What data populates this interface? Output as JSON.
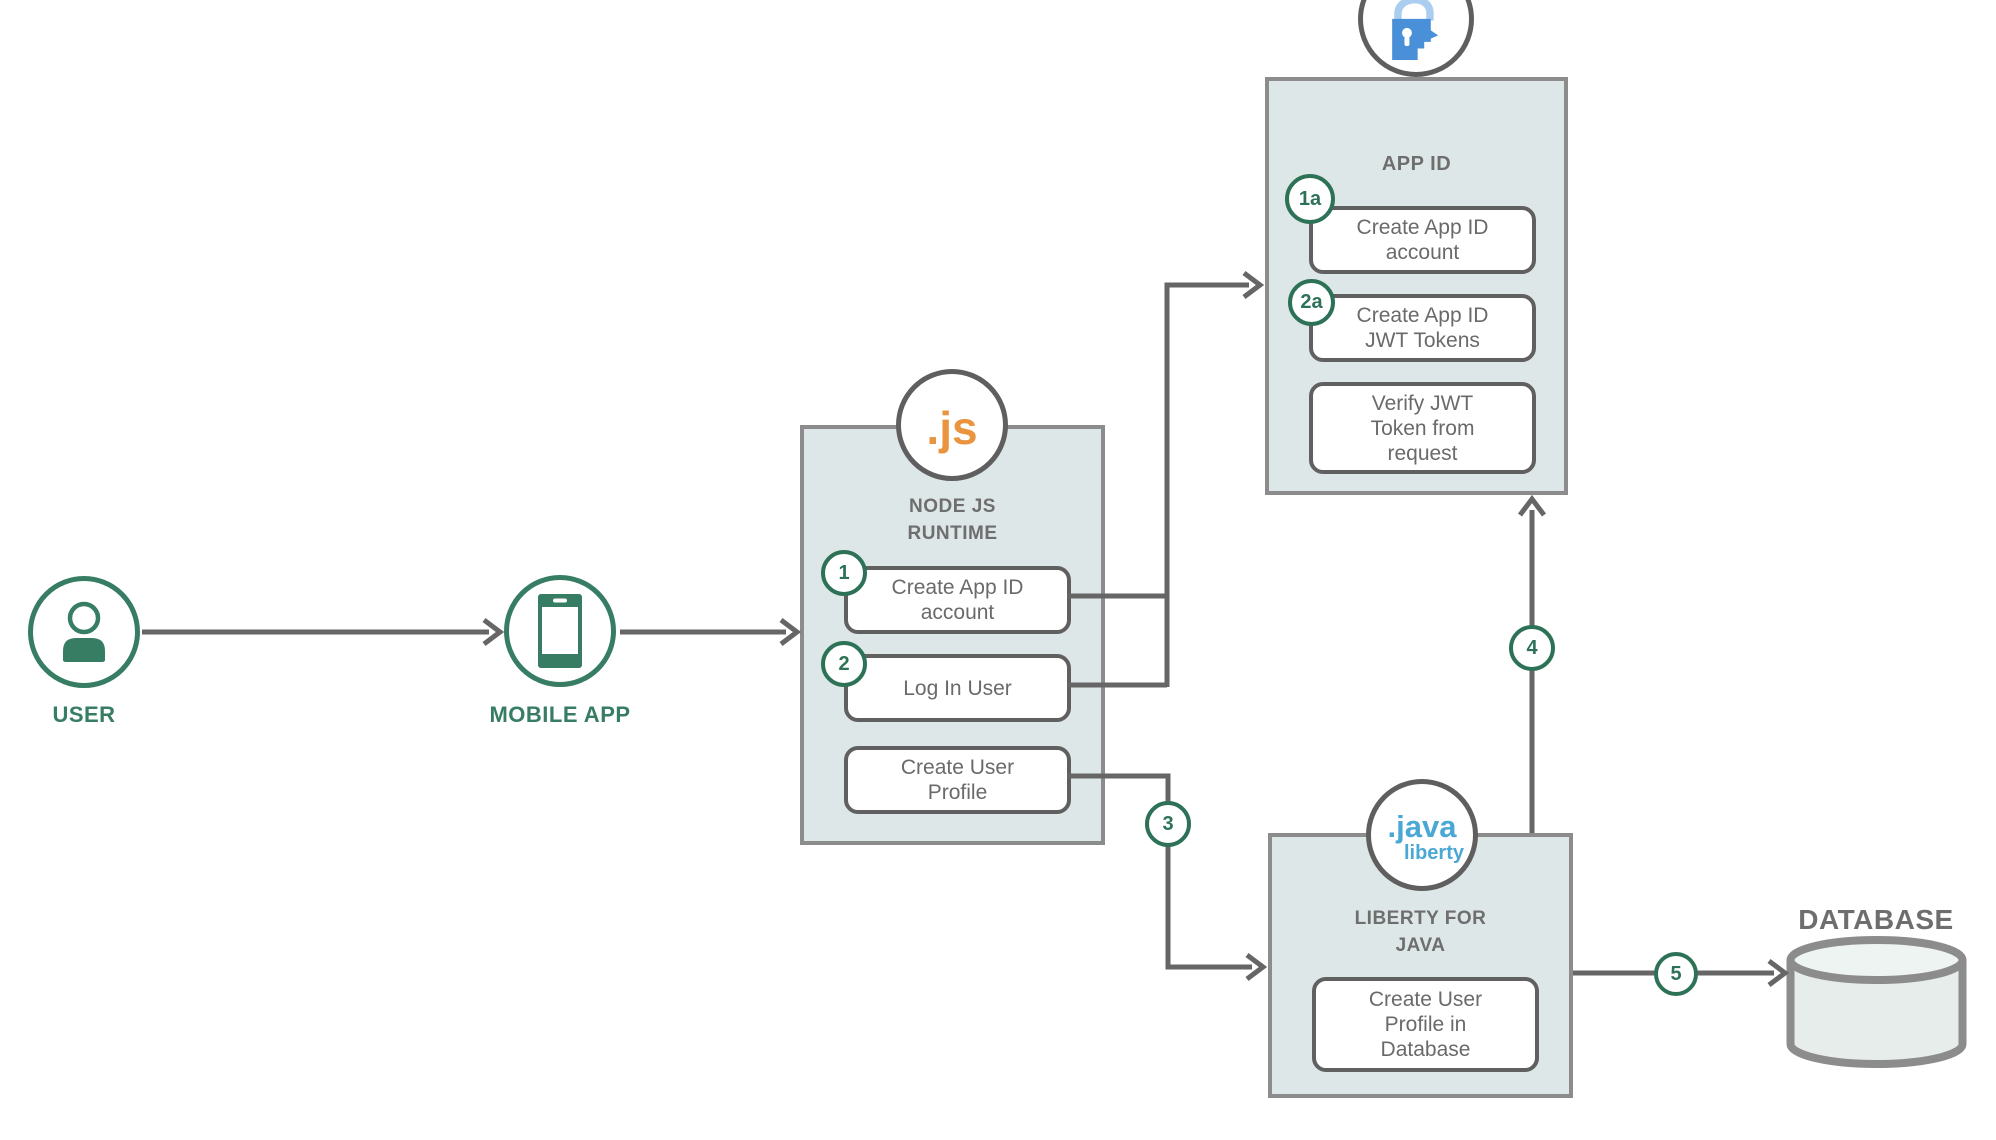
{
  "colors": {
    "accent_green": "#367d63",
    "badge_green": "#2d7257",
    "line_gray": "#666666",
    "container_fill": "#dde7e7",
    "container_border": "#8c8c8c",
    "step_border": "#606060",
    "text_gray": "#6a6a6a",
    "nodejs_orange": "#ea9440",
    "appid_blue": "#4a90d9",
    "appid_blue_light": "#aacdf0",
    "liberty_blue": "#4aa8d4"
  },
  "actors": {
    "user": {
      "label": "USER",
      "icon": "person-icon"
    },
    "mobile_app": {
      "label": "MOBILE APP",
      "icon": "smartphone-icon"
    }
  },
  "containers": {
    "node_runtime": {
      "title": "NODE JS\nRUNTIME",
      "logo_text": ".js",
      "icon": "nodejs-icon",
      "steps": [
        {
          "badge": "1",
          "label": "Create App ID\naccount"
        },
        {
          "badge": "2",
          "label": "Log In User"
        },
        {
          "badge": "",
          "label": "Create User\nProfile"
        }
      ]
    },
    "app_id": {
      "title": "APP ID",
      "icon": "app-id-lock-icon",
      "steps": [
        {
          "badge": "1a",
          "label": "Create App ID\naccount"
        },
        {
          "badge": "2a",
          "label": "Create App ID\nJWT Tokens"
        },
        {
          "badge": "",
          "label": "Verify JWT\nToken from\nrequest"
        }
      ]
    },
    "liberty": {
      "title": "LIBERTY FOR\nJAVA",
      "logo_text_primary": ".java",
      "logo_text_secondary": "liberty",
      "icon": "java-liberty-icon",
      "steps": [
        {
          "badge": "",
          "label": "Create User\nProfile in\nDatabase"
        }
      ]
    }
  },
  "database": {
    "label": "DATABASE",
    "icon": "database-icon"
  },
  "flow": {
    "badge_3": "3",
    "badge_4": "4",
    "badge_5": "5"
  }
}
